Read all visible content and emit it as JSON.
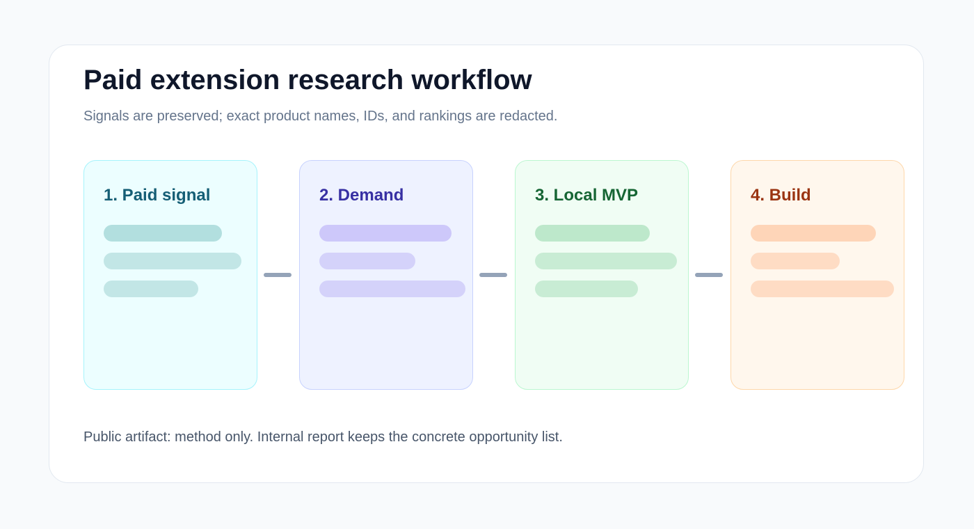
{
  "header": {
    "title": "Paid extension research workflow",
    "subtitle": "Signals are preserved; exact product names, IDs, and rankings are redacted."
  },
  "stages": [
    {
      "label": "1. Paid signal",
      "colors": {
        "background": "#ecfeff",
        "border": "#a5f3fc",
        "title": "#155e75",
        "bar_primary": "#b2dfdf",
        "bar_secondary": "#c2e6e6"
      }
    },
    {
      "label": "2. Demand",
      "colors": {
        "background": "#eef2ff",
        "border": "#c7d2fe",
        "title": "#3730a3",
        "bar_primary": "#cdc8fa",
        "bar_secondary": "#d4d2fa"
      }
    },
    {
      "label": "3. Local MVP",
      "colors": {
        "background": "#f0fdf4",
        "border": "#bbf7d0",
        "title": "#166534",
        "bar_primary": "#bde8cb",
        "bar_secondary": "#c8ecd4"
      }
    },
    {
      "label": "4. Build",
      "colors": {
        "background": "#fff7ed",
        "border": "#fed7aa",
        "title": "#9a3412",
        "bar_primary": "#fed5b8",
        "bar_secondary": "#fedcc4"
      }
    }
  ],
  "footer": {
    "note": "Public artifact: method only. Internal report keeps the concrete opportunity list."
  }
}
